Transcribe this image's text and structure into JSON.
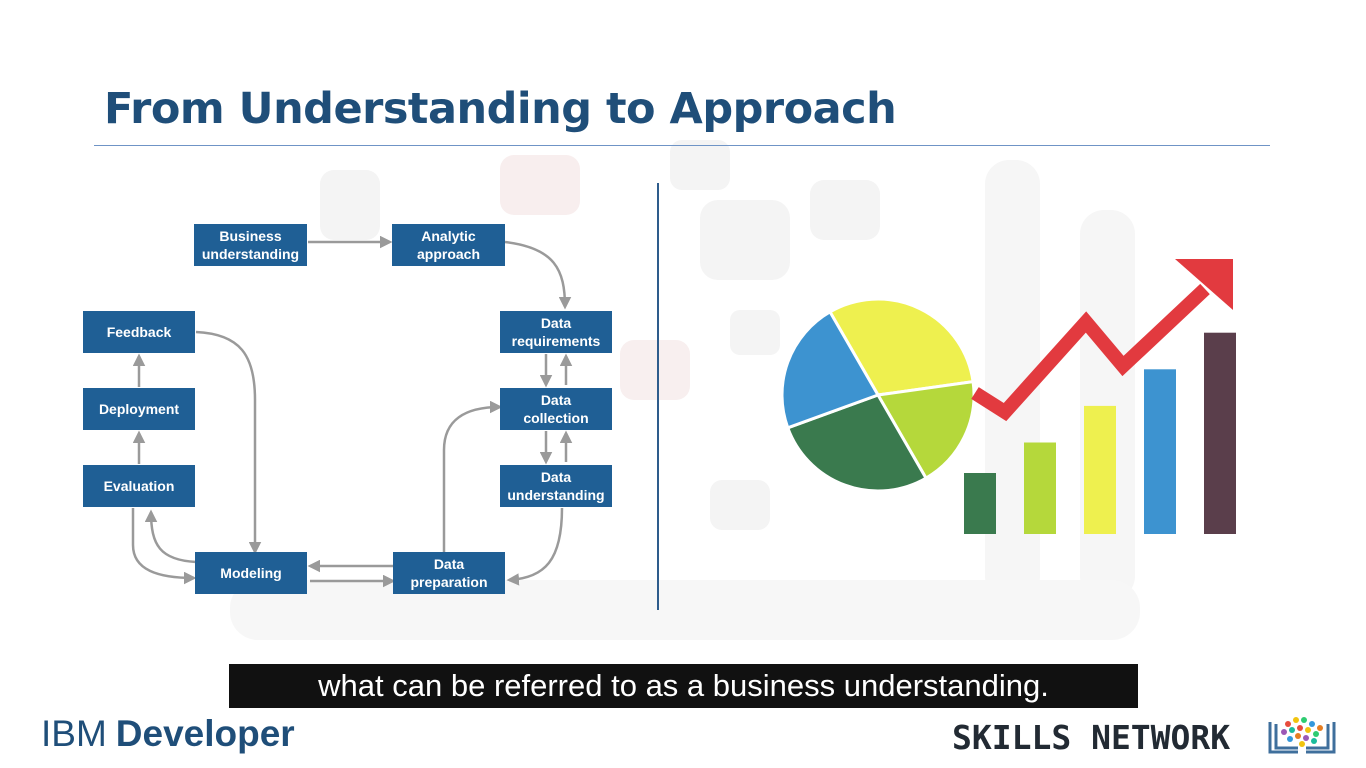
{
  "slide": {
    "title": "From Understanding to Approach",
    "caption": "what can be referred to as a business understanding."
  },
  "diagram": {
    "node_color": "#1f5f95",
    "arrow_color": "#9a9a9a",
    "nodes": {
      "business_understanding": "Business\nunderstanding",
      "analytic_approach": "Analytic\napproach",
      "data_requirements": "Data\nrequirements",
      "data_collection": "Data\ncollection",
      "data_understanding": "Data\nunderstanding",
      "data_preparation": "Data\npreparation",
      "modeling": "Modeling",
      "evaluation": "Evaluation",
      "deployment": "Deployment",
      "feedback": "Feedback"
    }
  },
  "graphic": {
    "pie_slices": [
      {
        "color": "#eef04f"
      },
      {
        "color": "#b5d83b"
      },
      {
        "color": "#3a7a4e"
      },
      {
        "color": "#3d93d0"
      }
    ],
    "bars": [
      {
        "value": 1,
        "color": "#3a7a4e"
      },
      {
        "value": 1.5,
        "color": "#b5d83b"
      },
      {
        "value": 2.1,
        "color": "#eef04f"
      },
      {
        "value": 2.7,
        "color": "#3d93d0"
      },
      {
        "value": 3.3,
        "color": "#5a3e4b"
      }
    ],
    "trend_color": "#e23a3f",
    "trend_icon": "trend-up-arrow-icon"
  },
  "brand": {
    "ibm": "IBM",
    "developer": "Developer",
    "skills_network": "SKILLS NETWORK",
    "skills_logo_icon": "open-book-logo-icon"
  }
}
